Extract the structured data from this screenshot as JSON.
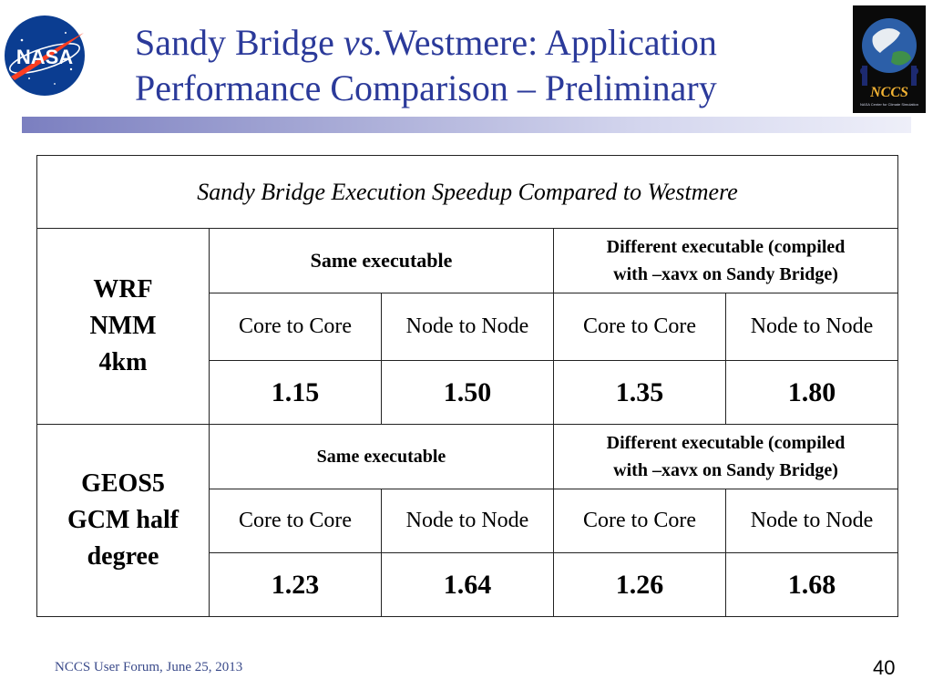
{
  "header": {
    "title_part1": "Sandy Bridge ",
    "title_vs": "vs.",
    "title_part2": "Westmere: Application",
    "title_line2": "Performance Comparison – Preliminary"
  },
  "logos": {
    "left": "NASA",
    "right": "NCCS",
    "right_sub": "NASA Center for Climate Simulation"
  },
  "table": {
    "caption": "Sandy Bridge Execution Speedup Compared to Westmere",
    "sections": [
      {
        "app_line1": "WRF",
        "app_line2": "NMM",
        "app_line3": "4km",
        "group_same": "Same executable",
        "group_diff_line1": "Different executable (compiled",
        "group_diff_line2": "with –xavx on Sandy Bridge)",
        "sub": [
          "Core to Core",
          "Node to Node",
          "Core to Core",
          "Node to Node"
        ],
        "values": [
          "1.15",
          "1.50",
          "1.35",
          "1.80"
        ]
      },
      {
        "app_line1": "GEOS5",
        "app_line2": "GCM half",
        "app_line3": "degree",
        "group_same": "Same executable",
        "group_diff_line1": "Different executable (compiled",
        "group_diff_line2": "with –xavx on Sandy Bridge)",
        "sub": [
          "Core to Core",
          "Node to Node",
          "Core to Core",
          "Node to Node"
        ],
        "values": [
          "1.23",
          "1.64",
          "1.26",
          "1.68"
        ]
      }
    ]
  },
  "footer": {
    "text": "NCCS User Forum, June 25, 2013",
    "page_number": "40"
  },
  "colors": {
    "title": "#2b3a9a",
    "nasa_blue": "#0b3d91",
    "nasa_red": "#fc3d21"
  }
}
